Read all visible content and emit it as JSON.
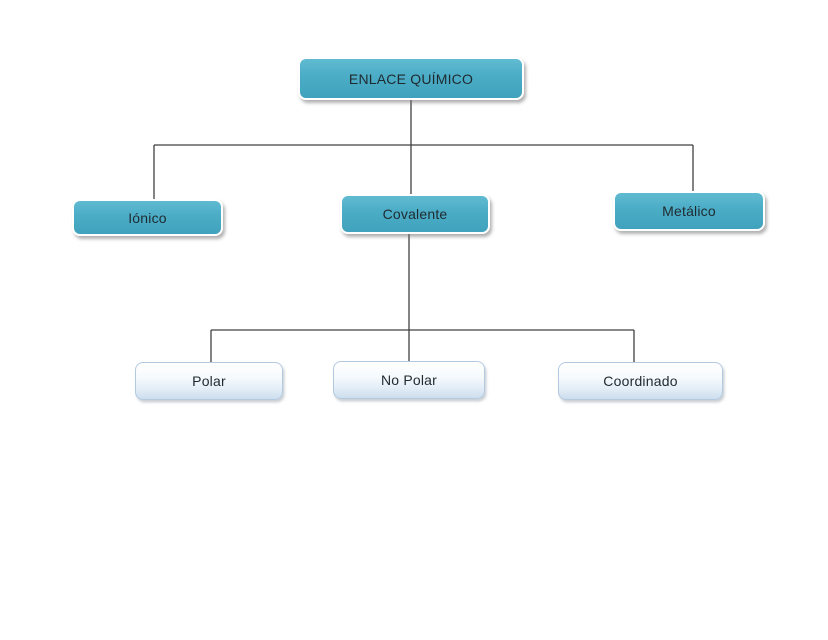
{
  "diagram": {
    "root": {
      "label": "ENLACE QUÍMICO"
    },
    "branches": [
      {
        "label": "Iónico"
      },
      {
        "label": "Covalente"
      },
      {
        "label": "Metálico"
      }
    ],
    "covalente_children": [
      {
        "label": "Polar"
      },
      {
        "label": "No Polar"
      },
      {
        "label": "Coordinado"
      }
    ],
    "colors": {
      "primary_fill": "#4bacc6",
      "primary_fill_light": "#60bbd1",
      "primary_fill_dark": "#41a2bd",
      "primary_border": "#ffffff",
      "secondary_fill_top": "#ffffff",
      "secondary_fill_mid": "#e4eef7",
      "secondary_fill_bottom": "#cddeee",
      "secondary_border": "#b3c9e0",
      "connector": "#404040",
      "text": "#1f2a30",
      "background": "#ffffff"
    }
  }
}
